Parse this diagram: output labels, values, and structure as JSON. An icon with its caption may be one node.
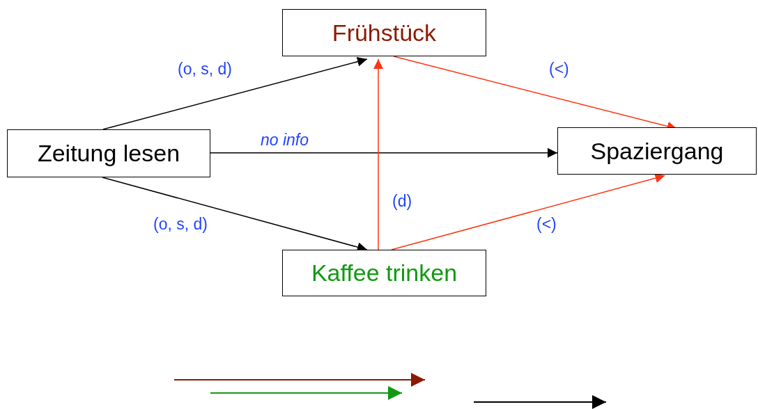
{
  "diagram": {
    "nodes": [
      {
        "text": [
          "Frühstück"
        ]
      },
      {
        "text": [
          "Zeitung lesen"
        ]
      },
      {
        "text": [
          "Spaziergang"
        ]
      },
      {
        "text": [
          "Kaffee trinken"
        ]
      }
    ],
    "edges": [
      {
        "from": 1,
        "to": 0,
        "arrow": "to",
        "label": "(o, s, d)"
      },
      {
        "from": 1,
        "to": 2,
        "arrow": "to",
        "label": "no info"
      },
      {
        "from": 1,
        "to": 3,
        "arrow": "to",
        "label": "(o, s, d)"
      },
      {
        "from": 0,
        "to": 2,
        "arrow": "to",
        "label": "(<)",
        "color": "#ff3311"
      },
      {
        "from": 3,
        "to": 0,
        "arrow": "to",
        "label": "(d)",
        "color": "#ff3311"
      },
      {
        "from": 3,
        "to": 2,
        "arrow": "to",
        "label": "(<)",
        "color": "#ff3311"
      }
    ]
  }
}
